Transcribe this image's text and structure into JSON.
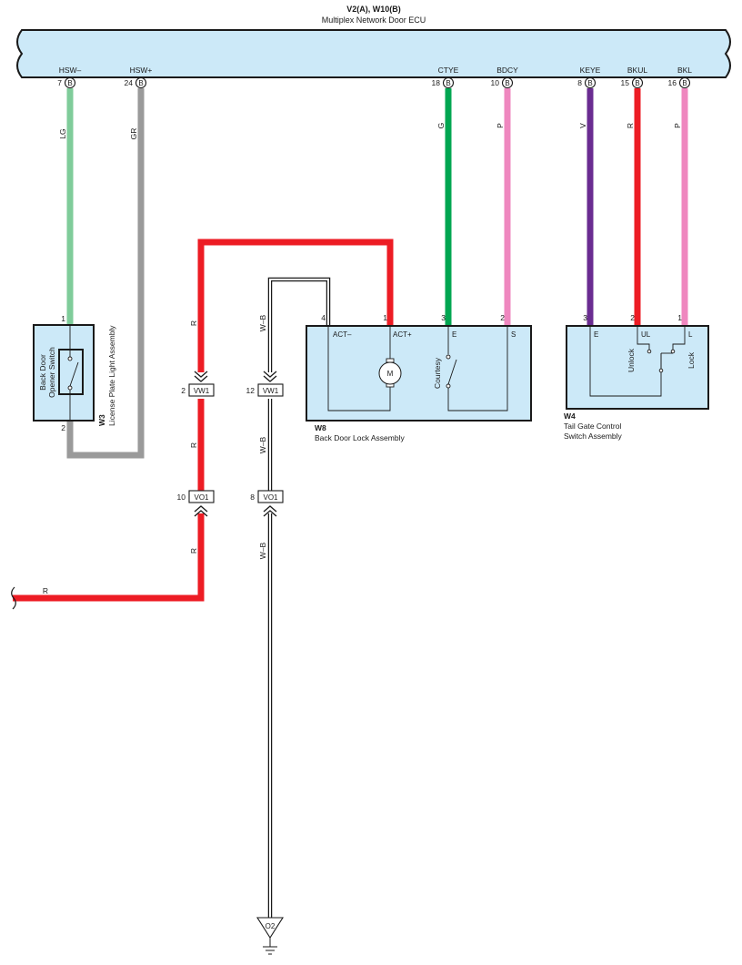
{
  "ecu": {
    "title": "V2(A), W10(B)",
    "name": "Multiplex Network Door ECU",
    "pins": [
      {
        "signal": "HSW–",
        "num": "7",
        "conn": "B"
      },
      {
        "signal": "HSW+",
        "num": "24",
        "conn": "B"
      },
      {
        "signal": "CTYE",
        "num": "18",
        "conn": "B"
      },
      {
        "signal": "BDCY",
        "num": "10",
        "conn": "B"
      },
      {
        "signal": "KEYE",
        "num": "8",
        "conn": "B"
      },
      {
        "signal": "BKUL",
        "num": "15",
        "conn": "B"
      },
      {
        "signal": "BKL",
        "num": "16",
        "conn": "B"
      }
    ]
  },
  "wires": {
    "hsw_minus": "LG",
    "hsw_plus": "GR",
    "ctye": "G",
    "bdcy": "P",
    "keye": "V",
    "bkul": "R",
    "bkl": "P",
    "act_plus_upper": "R",
    "act_plus_mid": "R",
    "act_plus_lower": "R",
    "supply": "R",
    "ground_upper": "W–B",
    "ground_mid": "W–B",
    "ground_lower": "W–B"
  },
  "colors": {
    "LG": "#7fcc9a",
    "GR": "#9a9a9a",
    "G": "#00a651",
    "P": "#ef87bf",
    "V": "#6a2c91",
    "R": "#ed1c24",
    "WB": "#1a1a1a",
    "component_fill": "#cce9f8"
  },
  "w3": {
    "code": "W3",
    "name": "License Plate Light Assembly",
    "switch_label_line1": "Back Door",
    "switch_label_line2": "Opener Switch",
    "pin_top": "1",
    "pin_bottom": "2"
  },
  "w8": {
    "code": "W8",
    "name": "Back Door Lock Assembly",
    "motor": "M",
    "courtesy": "Courtesy",
    "terminals": [
      {
        "pin": "4",
        "label": "ACT–"
      },
      {
        "pin": "1",
        "label": "ACT+"
      },
      {
        "pin": "3",
        "label": "E"
      },
      {
        "pin": "2",
        "label": "S"
      }
    ]
  },
  "w4": {
    "code": "W4",
    "name_line1": "Tail Gate Control",
    "name_line2": "Switch Assembly",
    "unlock": "Unlock",
    "lock": "Lock",
    "terminals": [
      {
        "pin": "3",
        "label": "E"
      },
      {
        "pin": "2",
        "label": "UL"
      },
      {
        "pin": "1",
        "label": "L"
      }
    ]
  },
  "connectors": {
    "vw1_a": {
      "pin": "2",
      "name": "VW1"
    },
    "vw1_b": {
      "pin": "12",
      "name": "VW1"
    },
    "vo1_a": {
      "pin": "10",
      "name": "VO1"
    },
    "vo1_b": {
      "pin": "8",
      "name": "VO1"
    }
  },
  "ground": {
    "name": "O2"
  }
}
